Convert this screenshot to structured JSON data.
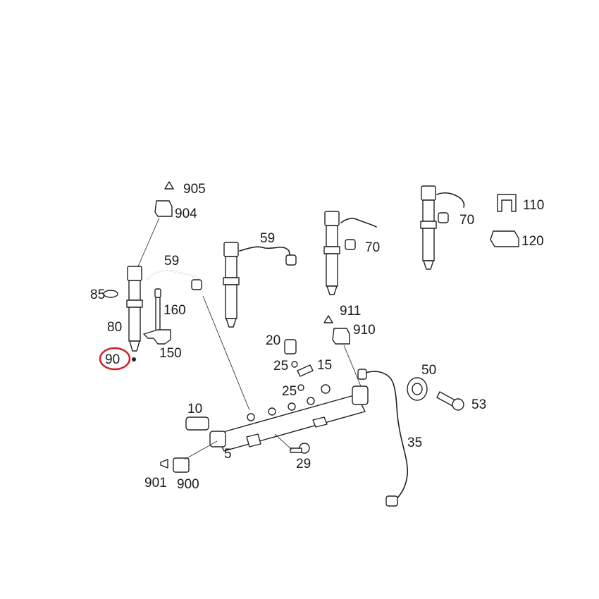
{
  "diagram": {
    "labels": {
      "p905": "905",
      "p904": "904",
      "p59a": "59",
      "p59b": "59",
      "p70a": "70",
      "p70b": "70",
      "p110": "110",
      "p120": "120",
      "p85": "85",
      "p160": "160",
      "p80": "80",
      "p90": "90",
      "p150": "150",
      "p911": "911",
      "p910": "910",
      "p20": "20",
      "p25a": "25",
      "p15": "15",
      "p25b": "25",
      "p50": "50",
      "p53": "53",
      "p10": "10",
      "p5": "5",
      "p29": "29",
      "p35": "35",
      "p901": "901",
      "p900": "900"
    },
    "highlight": {
      "label": "90",
      "color": "#d21f2a"
    }
  }
}
